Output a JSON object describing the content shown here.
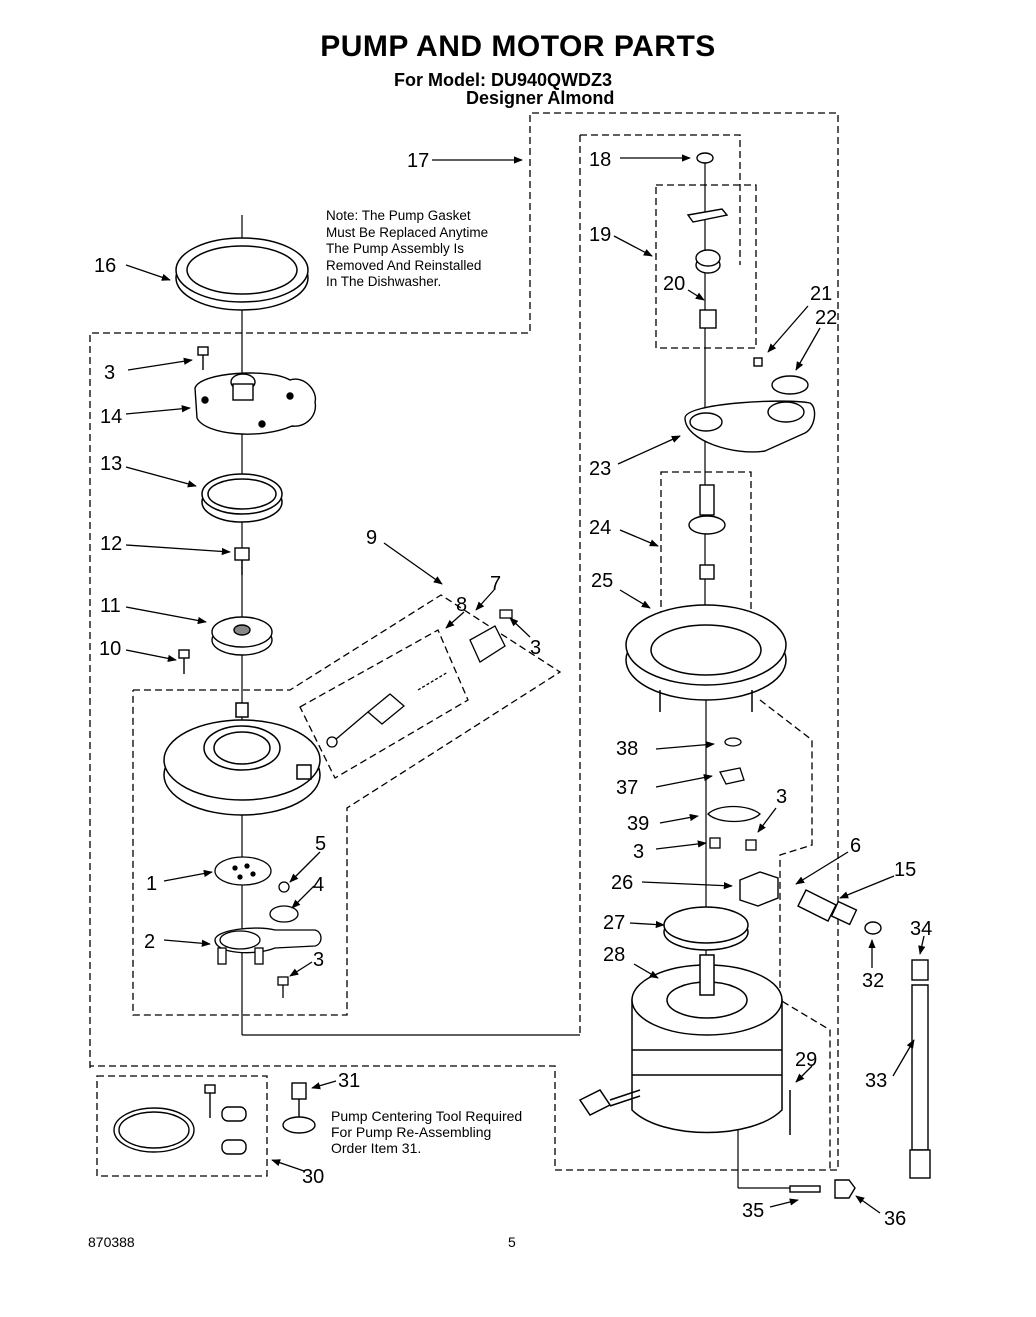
{
  "header": {
    "title": "PUMP AND MOTOR PARTS",
    "model_line": "For Model: DU940QWDZ3",
    "color_line": "Designer Almond"
  },
  "notes": {
    "gasket_note": [
      "Note: The Pump Gasket",
      "Must Be Replaced Anytime",
      "The Pump Assembly Is",
      "Removed And Reinstalled",
      "In The Dishwasher."
    ],
    "tool_note": [
      "Pump Centering Tool Required",
      "For Pump Re-Assembling",
      "Order Item 31."
    ]
  },
  "callouts": [
    "1",
    "2",
    "3",
    "4",
    "5",
    "6",
    "7",
    "8",
    "9",
    "10",
    "11",
    "12",
    "13",
    "14",
    "15",
    "16",
    "17",
    "18",
    "19",
    "20",
    "21",
    "22",
    "23",
    "24",
    "25",
    "26",
    "27",
    "28",
    "29",
    "30",
    "31",
    "32",
    "33",
    "34",
    "35",
    "36",
    "37",
    "38",
    "39"
  ],
  "footer": {
    "doc_number": "870388",
    "page_number": "5"
  }
}
